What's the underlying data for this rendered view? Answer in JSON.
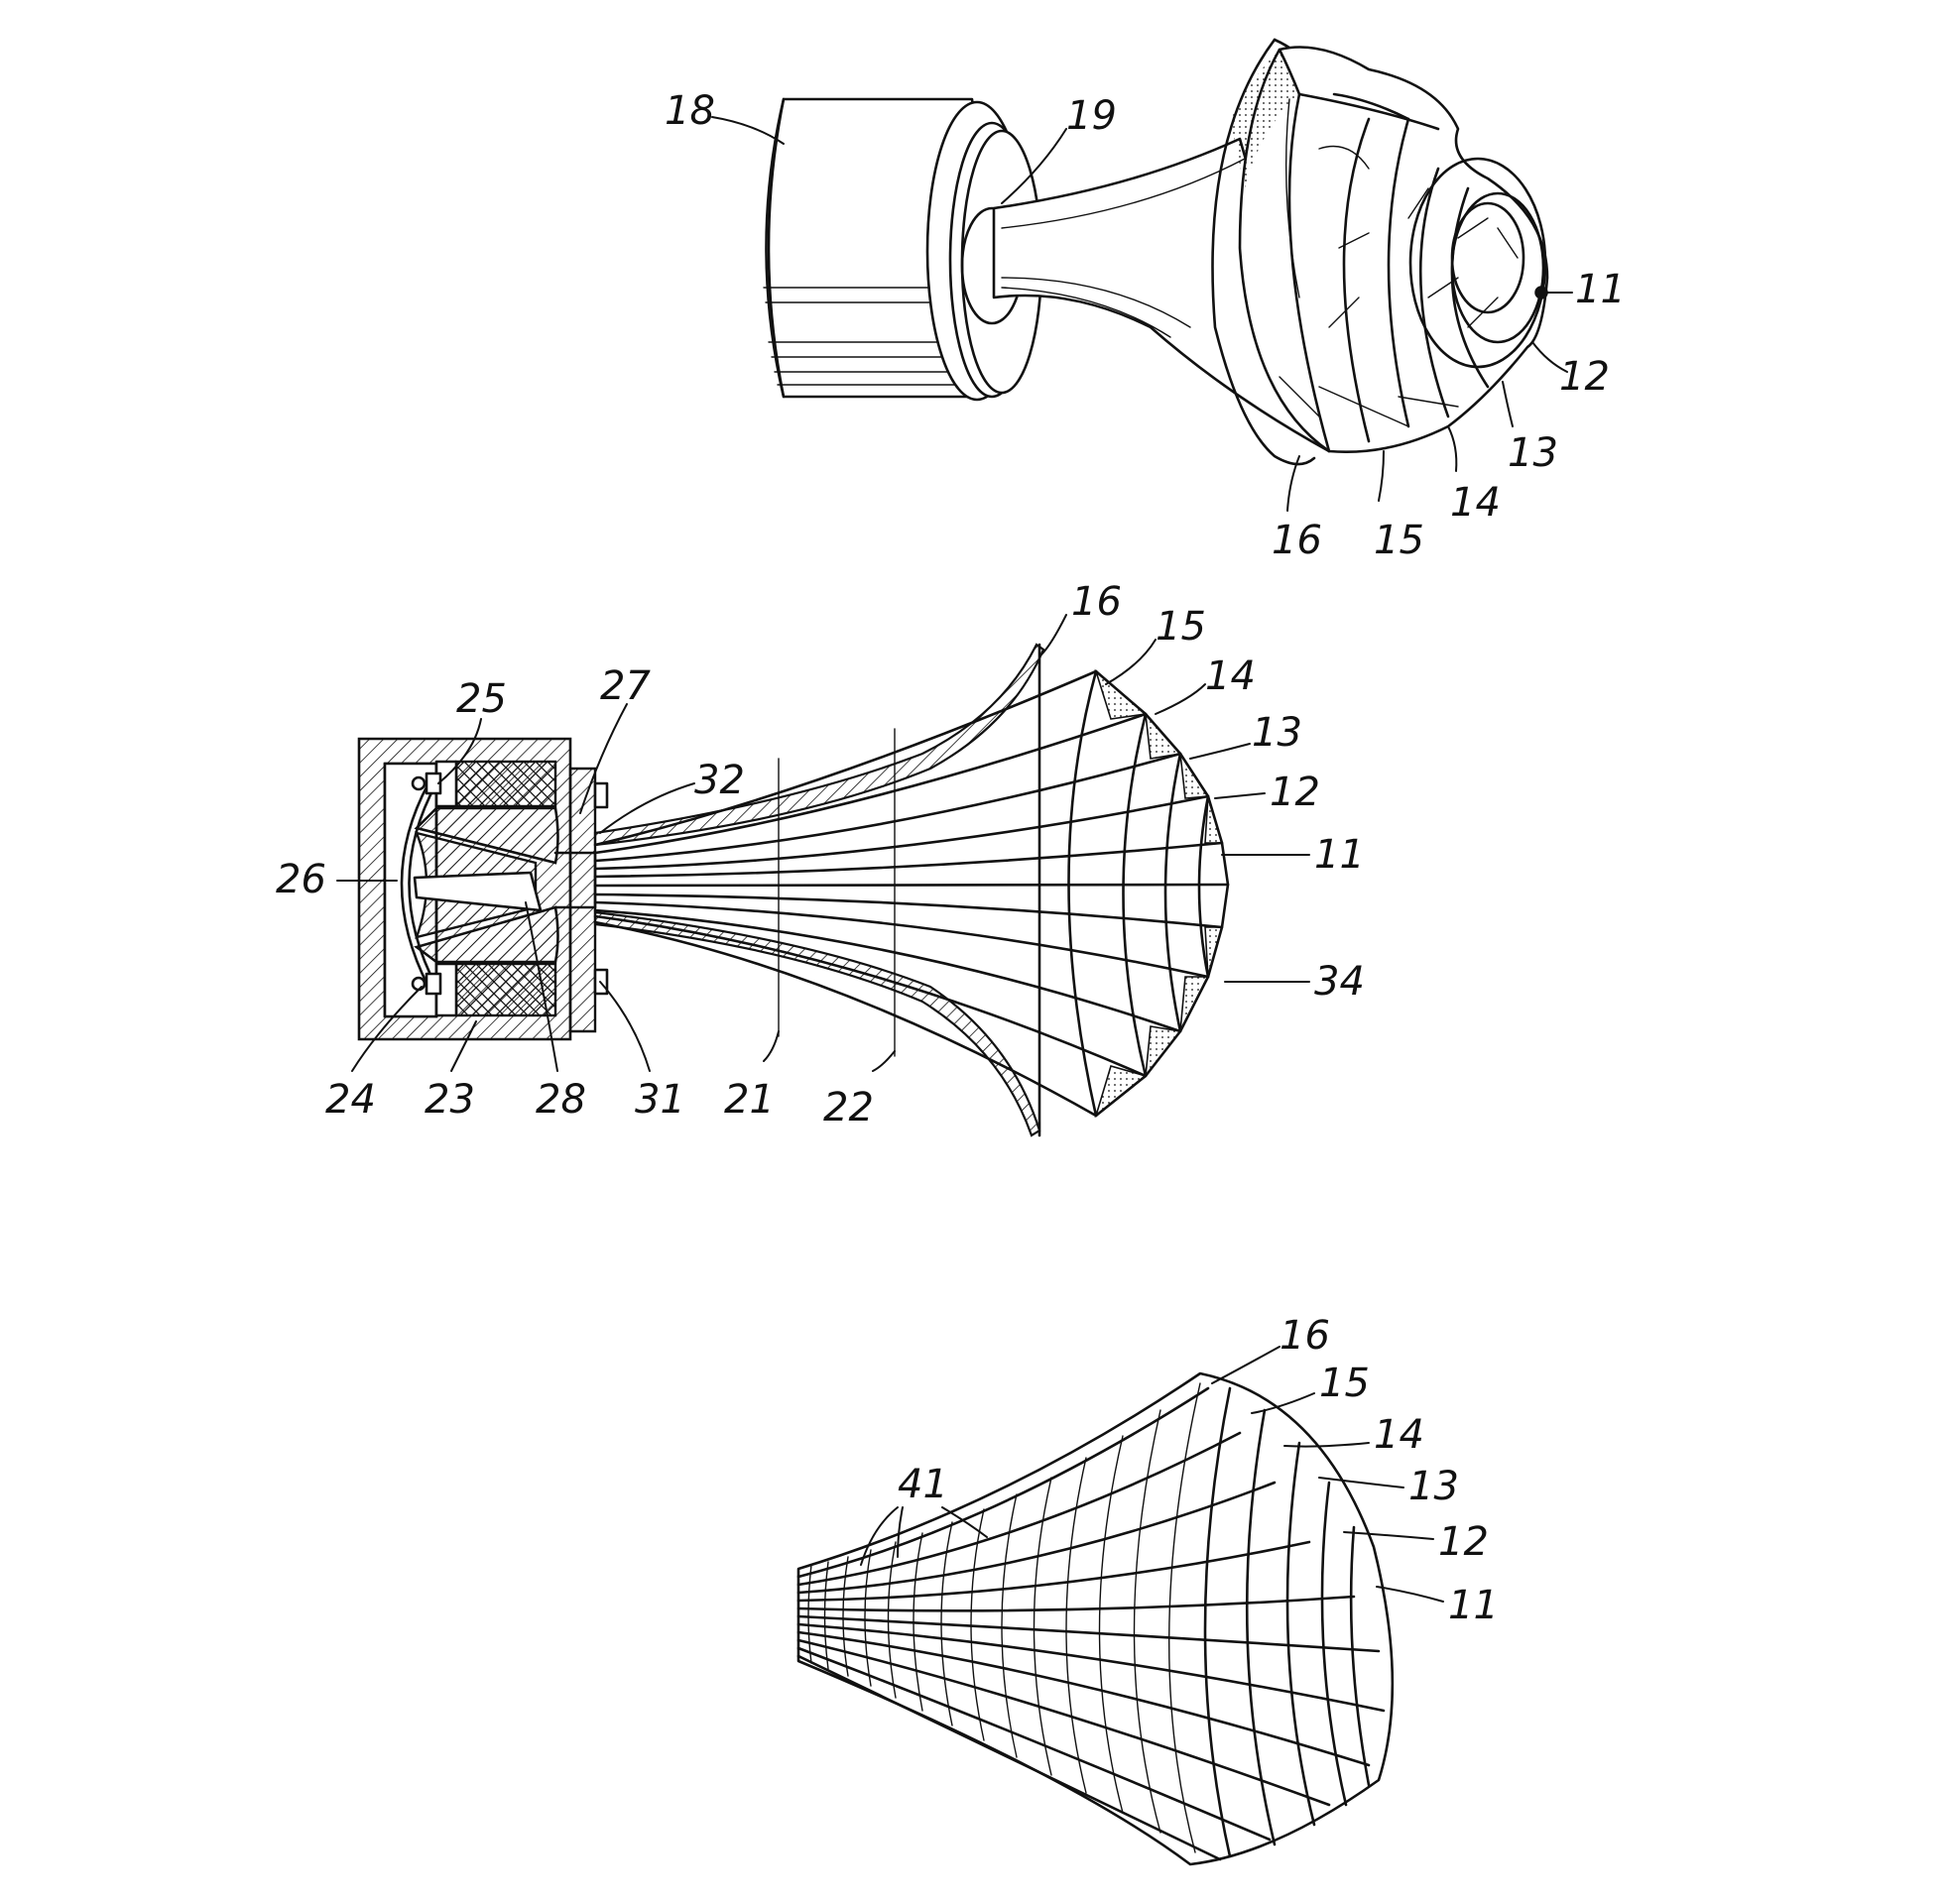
{
  "figure1": {
    "labels": {
      "l18": "18",
      "l19": "19",
      "l11": "11",
      "l12": "12",
      "l13": "13",
      "l14": "14",
      "l15": "15",
      "l16": "16"
    }
  },
  "figure2": {
    "labels": {
      "l16": "16",
      "l15": "15",
      "l14": "14",
      "l13": "13",
      "l12": "12",
      "l11": "11",
      "l34": "34",
      "l25": "25",
      "l27": "27",
      "l32": "32",
      "l26": "26",
      "l24": "24",
      "l23": "23",
      "l28": "28",
      "l31": "31",
      "l21": "21",
      "l22": "22"
    }
  },
  "figure3": {
    "labels": {
      "l16": "16",
      "l15": "15",
      "l14": "14",
      "l13": "13",
      "l12": "12",
      "l11": "11",
      "l41": "41"
    }
  },
  "colors": {
    "ink": "#111111",
    "paper": "#ffffff",
    "hatch": "#111111"
  }
}
